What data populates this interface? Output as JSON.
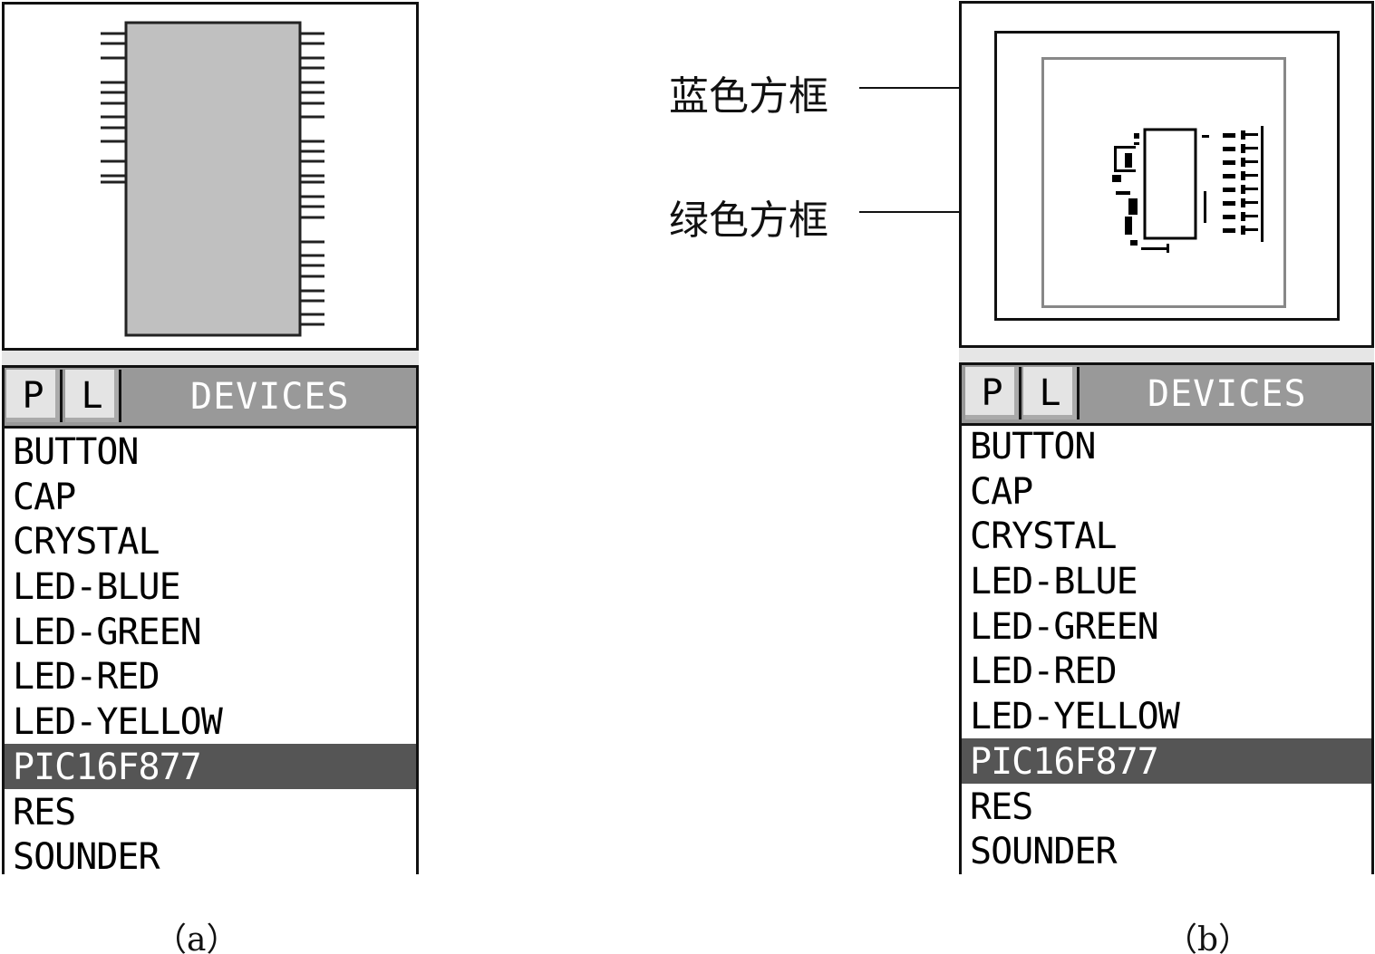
{
  "panels": [
    {
      "caption": "（a）",
      "tabs": {
        "p_label": "P",
        "l_label": "L",
        "title": "DEVICES"
      },
      "devices": [
        "BUTTON",
        "CAP",
        "CRYSTAL",
        "LED-BLUE",
        "LED-GREEN",
        "LED-RED",
        "LED-YELLOW",
        "PIC16F877",
        "RES",
        "SOUNDER"
      ],
      "selected": "PIC16F877"
    },
    {
      "caption": "（b）",
      "tabs": {
        "p_label": "P",
        "l_label": "L",
        "title": "DEVICES"
      },
      "devices": [
        "BUTTON",
        "CAP",
        "CRYSTAL",
        "LED-BLUE",
        "LED-GREEN",
        "LED-RED",
        "LED-YELLOW",
        "PIC16F877",
        "RES",
        "SOUNDER"
      ],
      "selected": "PIC16F877"
    }
  ],
  "annotations": {
    "blue_frame": "蓝色方框",
    "green_frame": "绿色方框"
  },
  "colors": {
    "chip_fill": "#c0c0c0",
    "header": "#999999",
    "selected": "#555555",
    "green_frame": "#888888"
  }
}
